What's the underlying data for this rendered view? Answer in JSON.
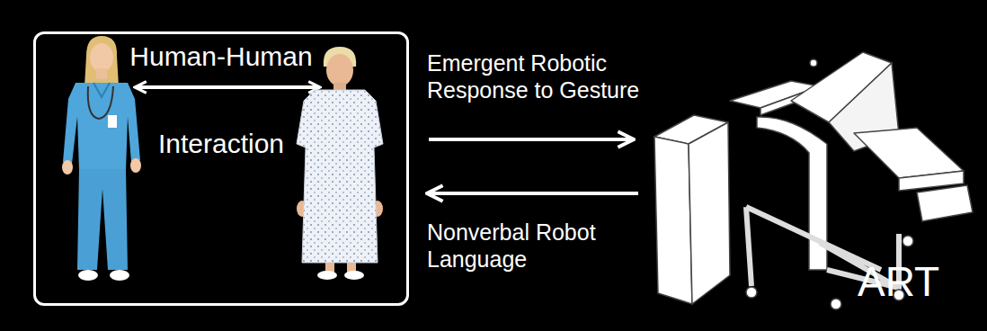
{
  "diagram": {
    "nodes": [
      {
        "text": [
          "Human-Human",
          "Interaction"
        ]
      },
      {
        "text": [
          "ART"
        ]
      }
    ],
    "edges": [
      {
        "from": 0,
        "to": 1,
        "label": "Emergent Robotic Response to Gesture",
        "arrow": "to"
      },
      {
        "from": 1,
        "to": 0,
        "label": "Nonverbal Robot Language",
        "arrow": "to"
      }
    ]
  }
}
